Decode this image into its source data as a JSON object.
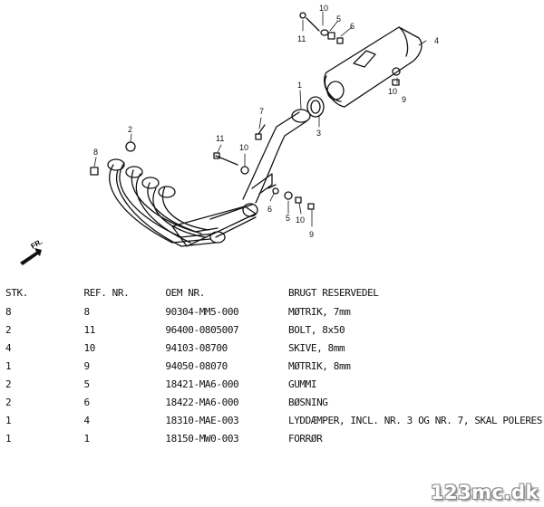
{
  "diagram": {
    "callouts": [
      "1",
      "2",
      "3",
      "4",
      "5",
      "6",
      "7",
      "8",
      "9",
      "10",
      "11"
    ],
    "front_label": "FR."
  },
  "table": {
    "headers": [
      "STK.",
      "REF. NR.",
      "OEM NR.",
      "BRUGT RESERVEDEL"
    ],
    "rows": [
      [
        "8",
        "8",
        "90304-MM5-000",
        "MØTRIK, 7mm"
      ],
      [
        "2",
        "11",
        "96400-0805007",
        "BOLT, 8x50"
      ],
      [
        "4",
        "10",
        "94103-08700",
        "SKIVE, 8mm"
      ],
      [
        "1",
        "9",
        "94050-08070",
        "MØTRIK, 8mm"
      ],
      [
        "2",
        "5",
        "18421-MA6-000",
        "GUMMI"
      ],
      [
        "2",
        "6",
        "18422-MA6-000",
        "BØSNING"
      ],
      [
        "1",
        "4",
        "18310-MAE-003",
        "LYDDÆMPER, INCL. NR. 3 OG NR. 7, SKAL POLERES"
      ],
      [
        "1",
        "1",
        "18150-MW0-003",
        "FORRØR"
      ]
    ]
  },
  "watermark": "123mc.dk"
}
